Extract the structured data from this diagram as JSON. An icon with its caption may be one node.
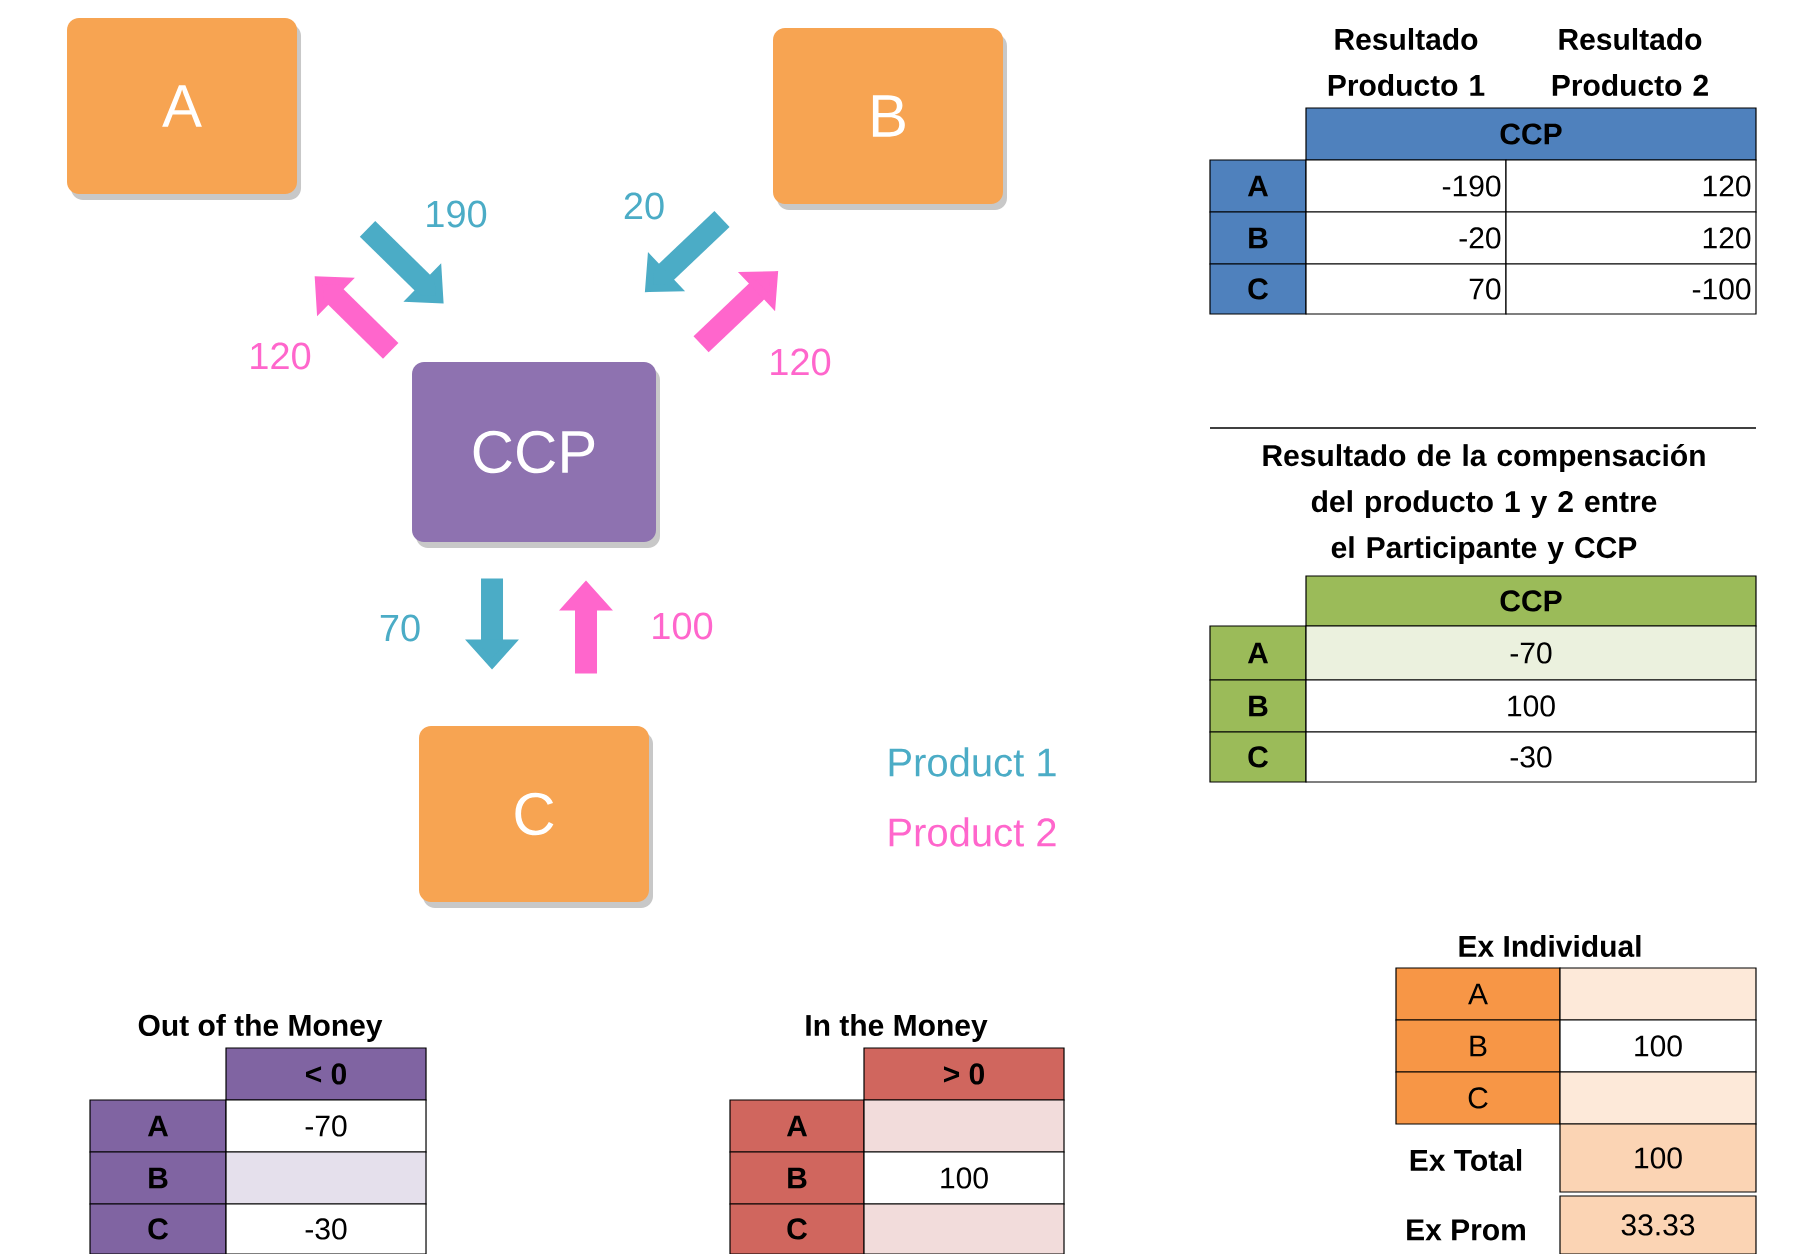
{
  "diagram": {
    "nodes": [
      {
        "text": [
          "A"
        ]
      },
      {
        "text": [
          "B"
        ]
      },
      {
        "text": [
          "CCP"
        ]
      },
      {
        "text": [
          "C"
        ]
      }
    ],
    "edges": [
      {
        "from": 0,
        "to": 2,
        "arrow": "to",
        "label": "190",
        "color": "#4bacc6"
      },
      {
        "from": 2,
        "to": 0,
        "arrow": "to",
        "label": "120",
        "color": "#ff66cc"
      },
      {
        "from": 1,
        "to": 2,
        "arrow": "to",
        "label": "20",
        "color": "#4bacc6"
      },
      {
        "from": 2,
        "to": 1,
        "arrow": "to",
        "label": "120",
        "color": "#ff66cc"
      },
      {
        "from": 2,
        "to": 3,
        "arrow": "to",
        "label": "70",
        "color": "#4bacc6"
      },
      {
        "from": 3,
        "to": 2,
        "arrow": "to",
        "label": "100",
        "color": "#ff66cc"
      }
    ],
    "labels": [
      "Resultado Producto 1",
      "Resultado Producto 2",
      "CCP",
      "A",
      "-190",
      "120",
      "B",
      "-20",
      "120",
      "C",
      "70",
      "-100",
      "Resultado de la compensación del producto 1 y 2 entre el Participante y CCP",
      "CCP",
      "A",
      "-70",
      "B",
      "100",
      "C",
      "-30",
      "Ex Individual",
      "A",
      "B",
      "100",
      "C",
      "Ex Total",
      "100",
      "Ex Prom",
      "33.33",
      "Out of the Money",
      "< 0",
      "A",
      "-70",
      "B",
      "C",
      "-30",
      "In the Money",
      "> 0",
      "A",
      "B",
      "100",
      "C"
    ],
    "legend": [
      {
        "text": "Product 1",
        "color": "#4bacc6"
      },
      {
        "text": "Product 2",
        "color": "#ff66cc"
      }
    ]
  }
}
